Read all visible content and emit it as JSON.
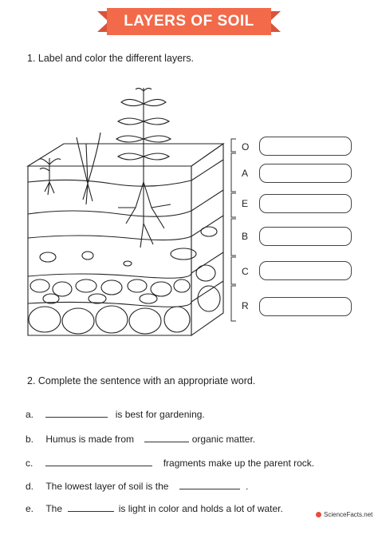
{
  "title": "LAYERS OF SOIL",
  "colors": {
    "banner": "#f26a4a",
    "banner_dark": "#d9533a"
  },
  "q1": "1.   Label and color the different layers.",
  "layers": [
    "O",
    "A",
    "E",
    "B",
    "C",
    "R"
  ],
  "q2": "2.   Complete the sentence with an appropriate word.",
  "sentences": [
    {
      "letter": "a.",
      "before": "",
      "after": "is best for gardening."
    },
    {
      "letter": "b.",
      "before": "Humus is made from",
      "after": "organic matter."
    },
    {
      "letter": "c.",
      "before": "",
      "after": "fragments make up the parent rock."
    },
    {
      "letter": "d.",
      "before": "The lowest layer of soil is the",
      "after": "."
    },
    {
      "letter": "e.",
      "before": "The",
      "after": "is light in color and holds a lot of water."
    }
  ],
  "logo": "ScienceFacts.net"
}
